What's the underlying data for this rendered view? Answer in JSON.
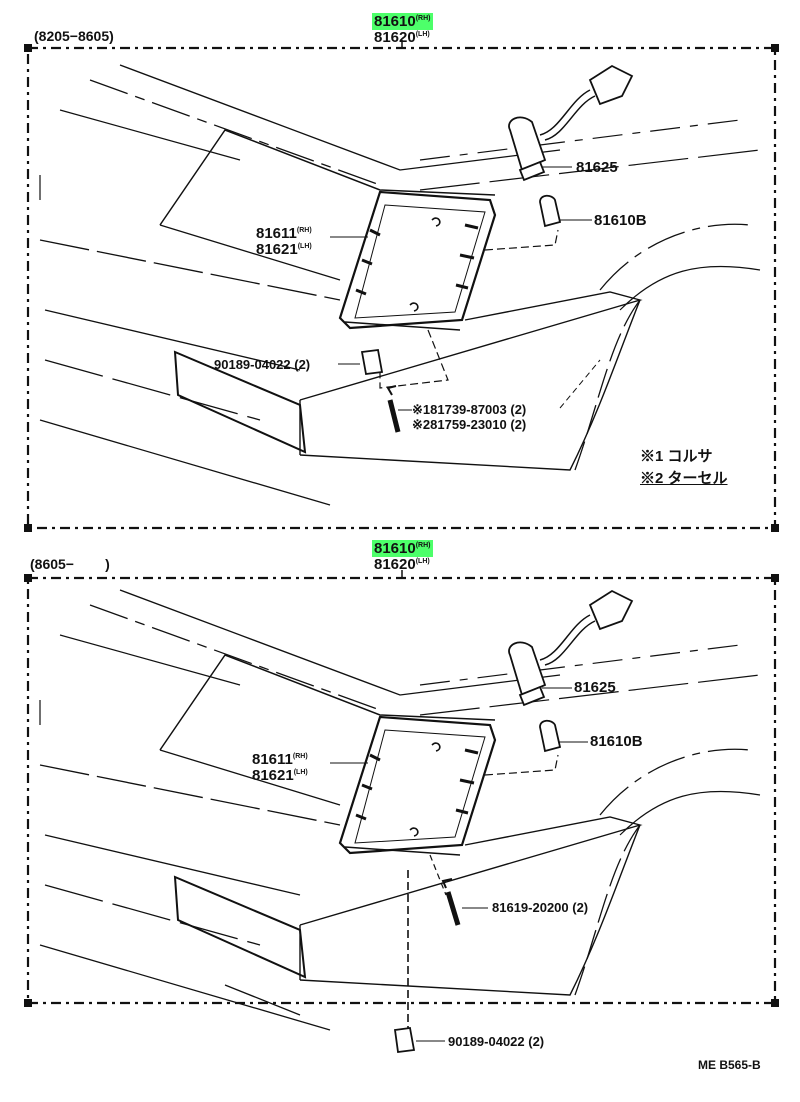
{
  "top": {
    "range": "(8205−8605)",
    "main_part": "81610",
    "main_part_rh": "(RH)",
    "main_part_lh_num": "81620",
    "main_part_lh": "(LH)",
    "lens_rh_num": "81611",
    "lens_rh": "(RH)",
    "lens_lh_num": "81621",
    "lens_lh": "(LH)",
    "socket": "81625",
    "bulb": "81610B",
    "nut": "90189-04022 (2)",
    "screw1": "※181739-87003 (2)",
    "screw2": "※281759-23010 (2)",
    "legend1": "※1 コルサ",
    "legend2": "※2 ターセル"
  },
  "bottom": {
    "range": "(8605−        )",
    "main_part": "81610",
    "main_part_rh": "(RH)",
    "main_part_lh_num": "81620",
    "main_part_lh": "(LH)",
    "lens_rh_num": "81611",
    "lens_rh": "(RH)",
    "lens_lh_num": "81621",
    "lens_lh": "(LH)",
    "socket": "81625",
    "bulb": "81610B",
    "screw": "81619-20200 (2)",
    "nut": "90189-04022 (2)"
  },
  "figure_code": "ME B565-B",
  "colors": {
    "highlight": "#4dff6a",
    "ink": "#111111"
  }
}
